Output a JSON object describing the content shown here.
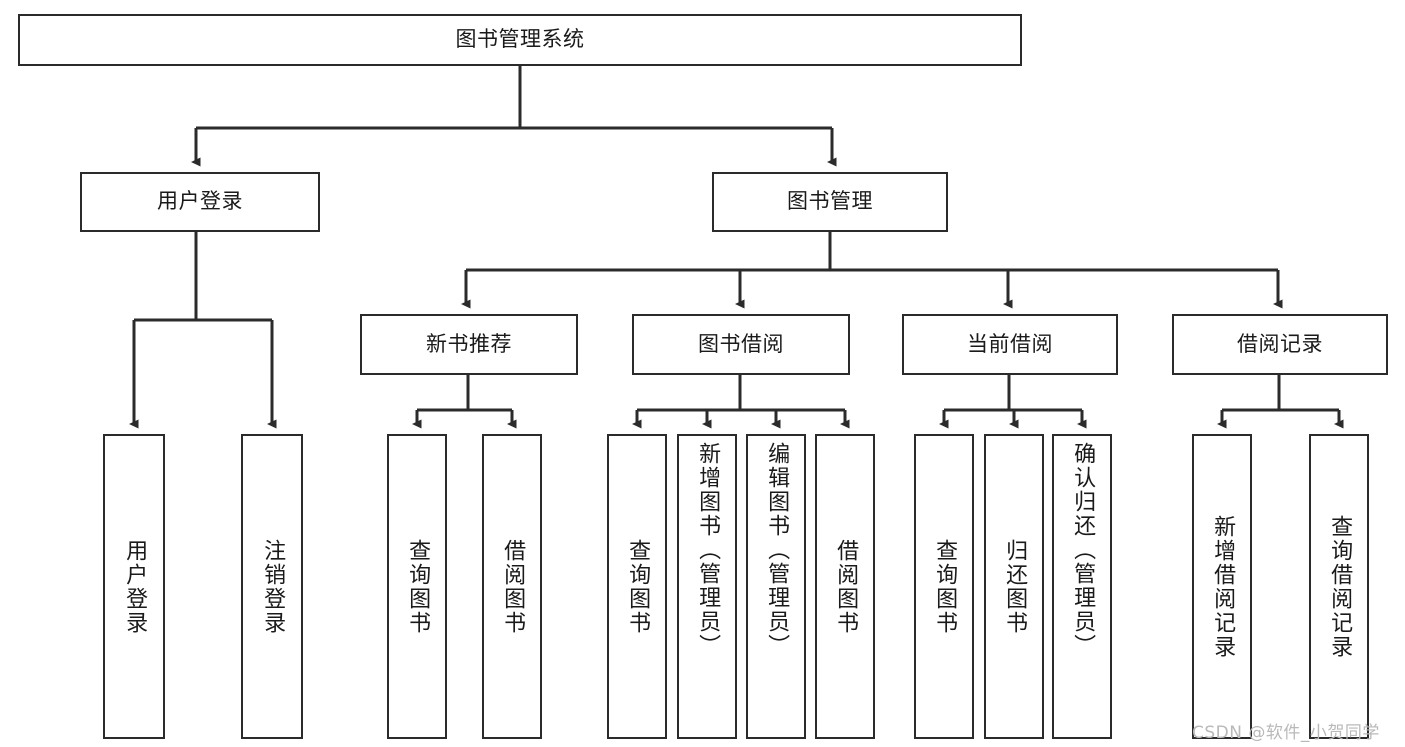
{
  "diagram": {
    "type": "tree-hierarchy-chart",
    "title_node": {
      "label": "图书管理系统"
    },
    "level1": [
      {
        "id": "user-login",
        "label": "用户登录"
      },
      {
        "id": "book-management",
        "label": "图书管理"
      }
    ],
    "level2": [
      {
        "id": "new-book-recommend",
        "label": "新书推荐",
        "parent": "book-management"
      },
      {
        "id": "book-borrow",
        "label": "图书借阅",
        "parent": "book-management"
      },
      {
        "id": "current-borrow",
        "label": "当前借阅",
        "parent": "book-management"
      },
      {
        "id": "borrow-record",
        "label": "借阅记录",
        "parent": "book-management"
      }
    ],
    "leaves": [
      {
        "id": "leaf-user-login",
        "label": "用户登录",
        "parent": "user-login"
      },
      {
        "id": "leaf-logout-login",
        "label": "注销登录",
        "parent": "user-login"
      },
      {
        "id": "leaf-query-book-1",
        "label": "查询图书",
        "parent": "new-book-recommend"
      },
      {
        "id": "leaf-borrow-book-1",
        "label": "借阅图书",
        "parent": "new-book-recommend"
      },
      {
        "id": "leaf-query-book-2",
        "label": "查询图书",
        "parent": "book-borrow"
      },
      {
        "id": "leaf-add-book",
        "label": "新增图书（管理员）",
        "parent": "book-borrow"
      },
      {
        "id": "leaf-edit-book",
        "label": "编辑图书（管理员）",
        "parent": "book-borrow"
      },
      {
        "id": "leaf-borrow-book-2",
        "label": "借阅图书",
        "parent": "book-borrow"
      },
      {
        "id": "leaf-query-book-3",
        "label": "查询图书",
        "parent": "current-borrow"
      },
      {
        "id": "leaf-return-book",
        "label": "归还图书",
        "parent": "current-borrow"
      },
      {
        "id": "leaf-confirm-return",
        "label": "确认归还（管理员）",
        "parent": "current-borrow"
      },
      {
        "id": "leaf-add-record",
        "label": "新增借阅记录",
        "parent": "borrow-record"
      },
      {
        "id": "leaf-query-record",
        "label": "查询借阅记录",
        "parent": "borrow-record"
      }
    ],
    "watermark": "CSDN @软件_小贺同学",
    "colors": {
      "stroke": "#2b2b2b",
      "fill": "#ffffff",
      "text": "#1a1a1a",
      "watermark": "#b9b9b9"
    }
  }
}
